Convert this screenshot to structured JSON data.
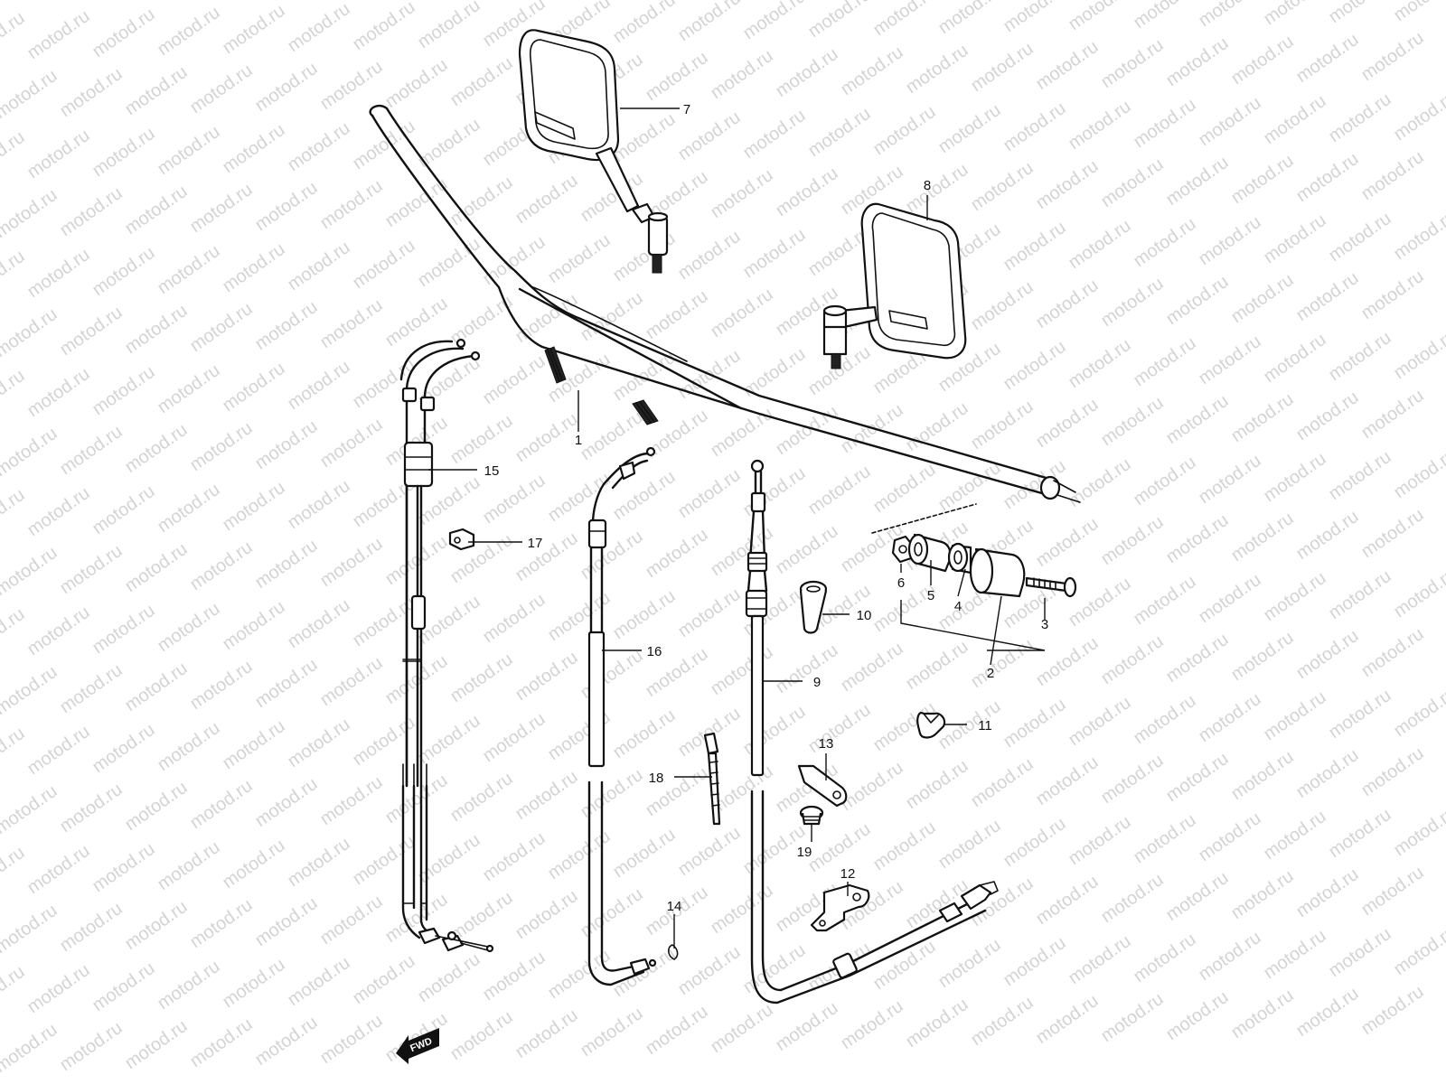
{
  "watermark": {
    "text": "motod.ru",
    "color": "#d4d4d4"
  },
  "fwd_label": "FWD",
  "callouts": [
    {
      "id": "c1",
      "label": "1"
    },
    {
      "id": "c2",
      "label": "2"
    },
    {
      "id": "c3",
      "label": "3"
    },
    {
      "id": "c4",
      "label": "4"
    },
    {
      "id": "c5",
      "label": "5"
    },
    {
      "id": "c6",
      "label": "6"
    },
    {
      "id": "c7",
      "label": "7"
    },
    {
      "id": "c8",
      "label": "8"
    },
    {
      "id": "c9",
      "label": "9"
    },
    {
      "id": "c10",
      "label": "10"
    },
    {
      "id": "c11",
      "label": "11"
    },
    {
      "id": "c12",
      "label": "12"
    },
    {
      "id": "c13",
      "label": "13"
    },
    {
      "id": "c14",
      "label": "14"
    },
    {
      "id": "c15",
      "label": "15"
    },
    {
      "id": "c16",
      "label": "16"
    },
    {
      "id": "c17",
      "label": "17"
    },
    {
      "id": "c18",
      "label": "18"
    },
    {
      "id": "c19",
      "label": "19"
    }
  ]
}
